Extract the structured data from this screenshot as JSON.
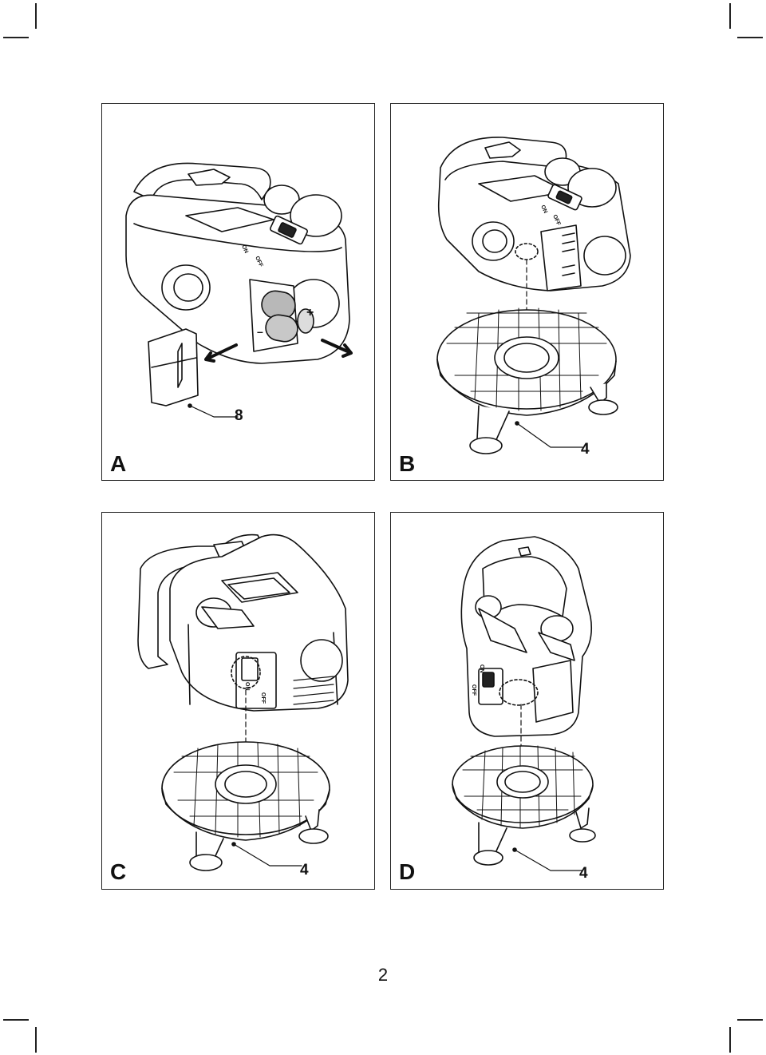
{
  "panels": [
    {
      "letter": "A",
      "callout": "8",
      "on_label": "ON",
      "off_label": "OFF"
    },
    {
      "letter": "B",
      "callout": "4",
      "on_label": "ON",
      "off_label": "OFF"
    },
    {
      "letter": "C",
      "callout": "4",
      "on_label": "ON",
      "off_label": "OFF"
    },
    {
      "letter": "D",
      "callout": "4",
      "on_label": "ON",
      "off_label": "OFF"
    }
  ],
  "battery_plus": "+",
  "battery_minus": "–",
  "page_number": "2"
}
